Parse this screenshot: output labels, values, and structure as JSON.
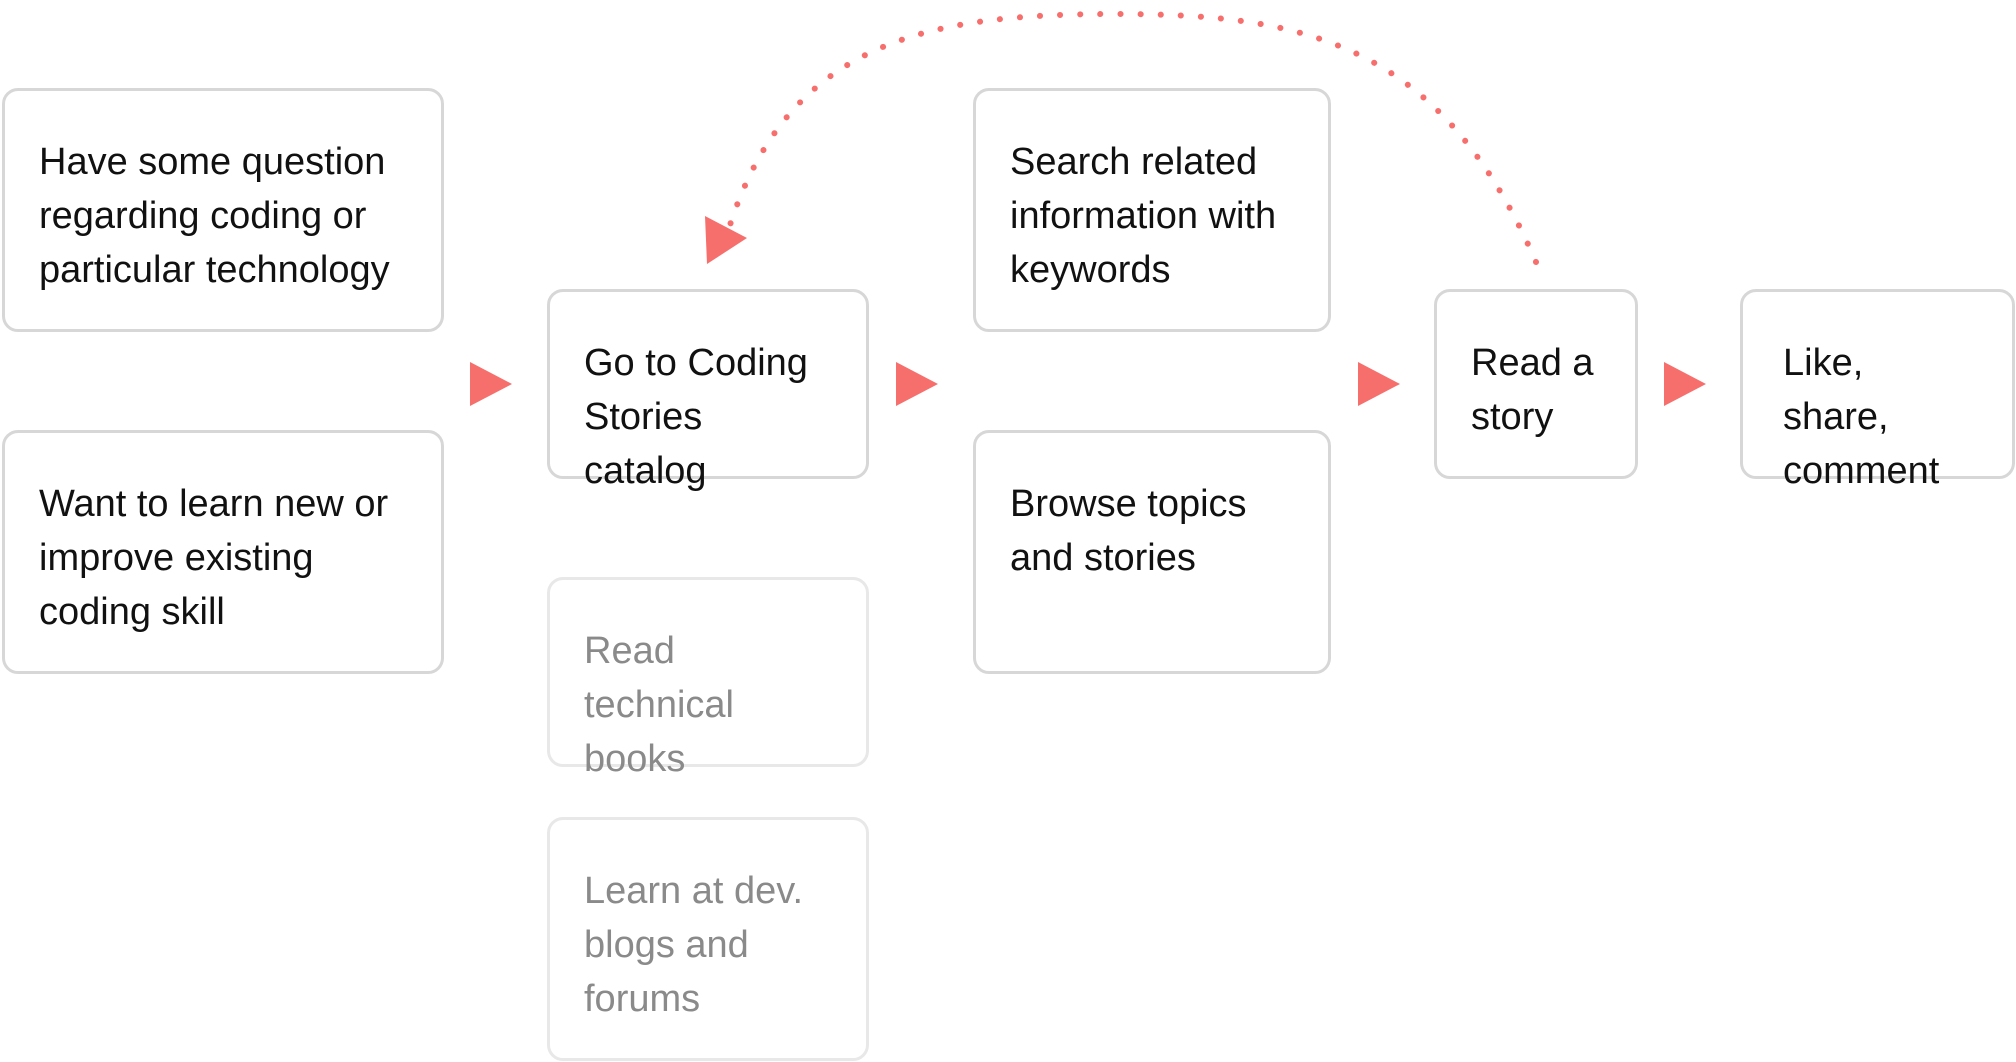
{
  "nodes": {
    "question": "Have some question regarding coding or particular technology",
    "learn": "Want to learn new or improve existing coding skill",
    "catalog": "Go to Coding Stories catalog",
    "books": "Read technical books",
    "blogs": "Learn at dev. blogs and forums",
    "search": "Search related information with keywords",
    "browse": "Browse topics and stories",
    "read": "Read a story",
    "like": "Like, share, comment"
  },
  "colors": {
    "accent": "#f76f6c",
    "border": "#d7d7d7",
    "border_muted": "#e8e8e8",
    "text": "#111111",
    "text_muted": "#8a8a8a"
  }
}
